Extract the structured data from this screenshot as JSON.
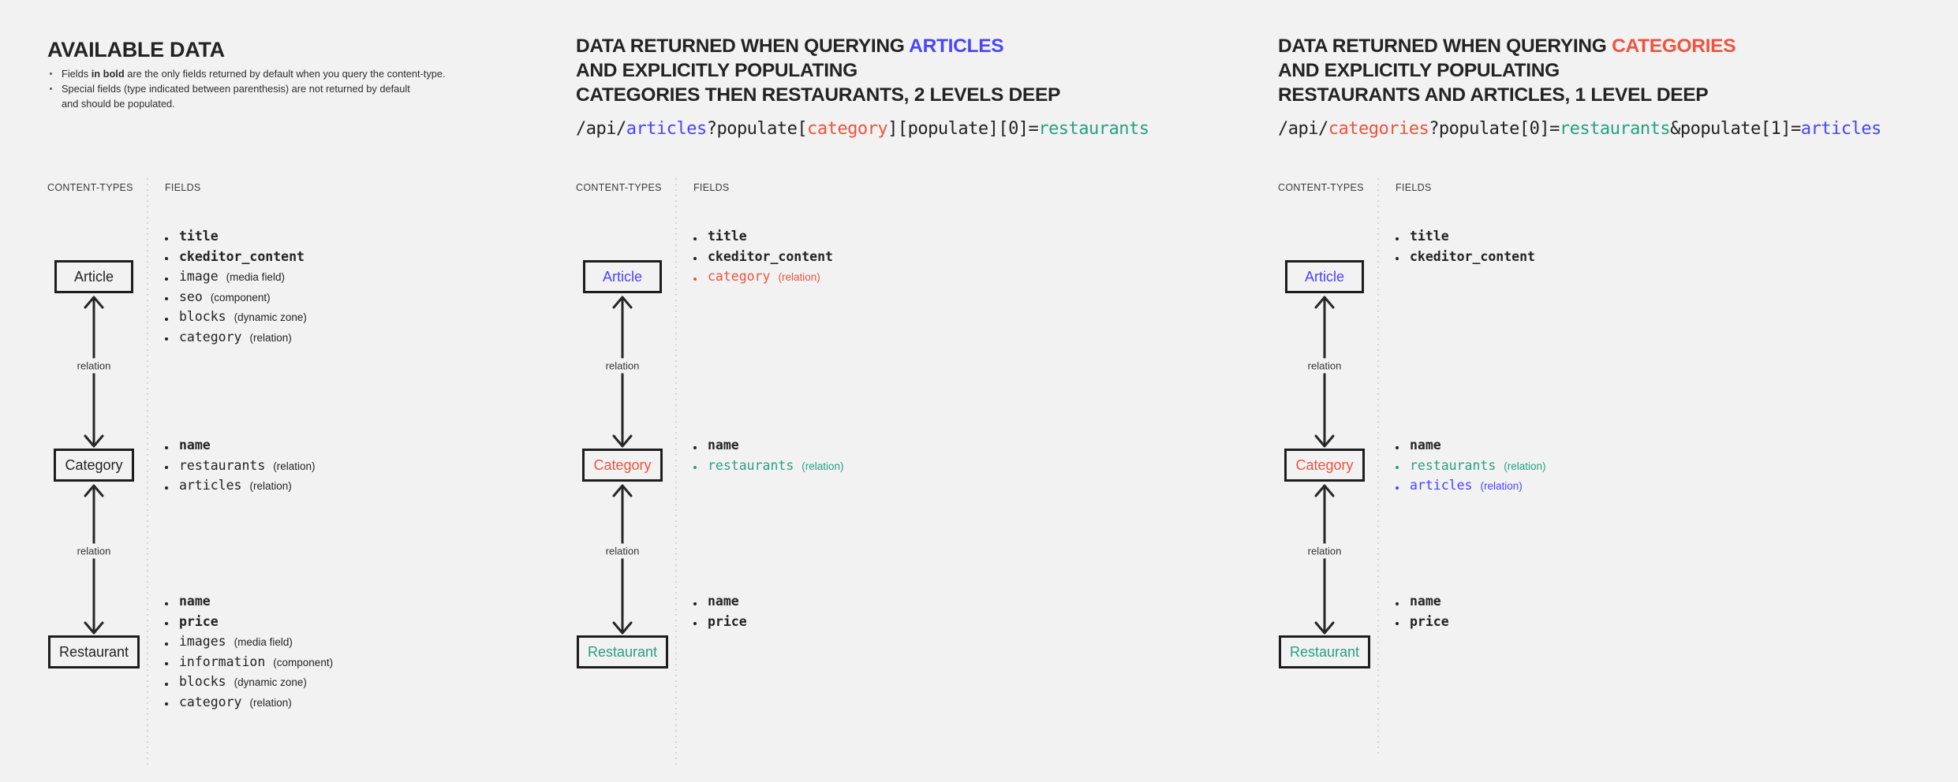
{
  "palette": {
    "dark": "#232323",
    "blue": "#4945ff",
    "red": "#ee5340",
    "teal": "#27a17c"
  },
  "column_headers": {
    "content_types": "CONTENT-TYPES",
    "fields": "FIELDS"
  },
  "relation_label": "relation",
  "panels": [
    {
      "name": "available-data",
      "title_lines": [
        [
          {
            "text": "AVAILABLE DATA",
            "color": "dark"
          }
        ]
      ],
      "notes": [
        [
          {
            "text": "Fields "
          },
          {
            "text": "in bold",
            "bold": true
          },
          {
            "text": " are the only fields returned by default when you query the content-type."
          }
        ],
        [
          {
            "text": "Special fields (type indicated between parenthesis) are not returned by default\nand should be populated."
          }
        ]
      ],
      "api_segments": [],
      "content_types": [
        {
          "label": "Article",
          "color": "dark",
          "fields": [
            {
              "name": "title",
              "bold": true,
              "color": "dark"
            },
            {
              "name": "ckeditor_content",
              "bold": true,
              "color": "dark"
            },
            {
              "name": "image",
              "type": "(media field)",
              "color": "dark"
            },
            {
              "name": "seo",
              "type": "(component)",
              "color": "dark"
            },
            {
              "name": "blocks",
              "type": "(dynamic zone)",
              "color": "dark"
            },
            {
              "name": "category",
              "type": "(relation)",
              "color": "dark"
            }
          ]
        },
        {
          "label": "Category",
          "color": "dark",
          "fields": [
            {
              "name": "name",
              "bold": true,
              "color": "dark"
            },
            {
              "name": "restaurants",
              "type": "(relation)",
              "color": "dark"
            },
            {
              "name": "articles",
              "type": "(relation)",
              "color": "dark"
            }
          ]
        },
        {
          "label": "Restaurant",
          "color": "dark",
          "fields": [
            {
              "name": "name",
              "bold": true,
              "color": "dark"
            },
            {
              "name": "price",
              "bold": true,
              "color": "dark"
            },
            {
              "name": "images",
              "type": "(media field)",
              "color": "dark"
            },
            {
              "name": "information",
              "type": "(component)",
              "color": "dark"
            },
            {
              "name": "blocks",
              "type": "(dynamic zone)",
              "color": "dark"
            },
            {
              "name": "category",
              "type": "(relation)",
              "color": "dark"
            }
          ]
        }
      ]
    },
    {
      "name": "query-articles",
      "title_lines": [
        [
          {
            "text": "DATA RETURNED WHEN QUERYING ",
            "color": "dark"
          },
          {
            "text": "ARTICLES",
            "color": "blue"
          }
        ],
        [
          {
            "text": "AND EXPLICITLY POPULATING",
            "color": "dark"
          }
        ],
        [
          {
            "text": "CATEGORIES THEN RESTAURANTS, 2 LEVELS DEEP",
            "color": "dark"
          }
        ]
      ],
      "notes": [],
      "api_segments": [
        {
          "text": "/api/",
          "color": "dark"
        },
        {
          "text": "articles",
          "color": "blue"
        },
        {
          "text": "?populate[",
          "color": "dark"
        },
        {
          "text": "category",
          "color": "red"
        },
        {
          "text": "][populate][0]=",
          "color": "dark"
        },
        {
          "text": "restaurants",
          "color": "teal"
        }
      ],
      "content_types": [
        {
          "label": "Article",
          "color": "blue",
          "fields": [
            {
              "name": "title",
              "bold": true,
              "color": "dark"
            },
            {
              "name": "ckeditor_content",
              "bold": true,
              "color": "dark"
            },
            {
              "name": "category",
              "type": "(relation)",
              "color": "red"
            }
          ]
        },
        {
          "label": "Category",
          "color": "red",
          "fields": [
            {
              "name": "name",
              "bold": true,
              "color": "dark"
            },
            {
              "name": "restaurants",
              "type": "(relation)",
              "color": "teal"
            }
          ]
        },
        {
          "label": "Restaurant",
          "color": "teal",
          "fields": [
            {
              "name": "name",
              "bold": true,
              "color": "dark"
            },
            {
              "name": "price",
              "bold": true,
              "color": "dark"
            }
          ]
        }
      ]
    },
    {
      "name": "query-categories",
      "title_lines": [
        [
          {
            "text": "DATA RETURNED WHEN QUERYING ",
            "color": "dark"
          },
          {
            "text": "CATEGORIES",
            "color": "red"
          }
        ],
        [
          {
            "text": "AND EXPLICITLY POPULATING",
            "color": "dark"
          }
        ],
        [
          {
            "text": "RESTAURANTS AND ARTICLES, 1 LEVEL DEEP",
            "color": "dark"
          }
        ]
      ],
      "notes": [],
      "api_segments": [
        {
          "text": "/api/",
          "color": "dark"
        },
        {
          "text": "categories",
          "color": "red"
        },
        {
          "text": "?populate[0]=",
          "color": "dark"
        },
        {
          "text": "restaurants",
          "color": "teal"
        },
        {
          "text": "&populate[1]=",
          "color": "dark"
        },
        {
          "text": "articles",
          "color": "blue"
        }
      ],
      "content_types": [
        {
          "label": "Article",
          "color": "blue",
          "fields": [
            {
              "name": "title",
              "bold": true,
              "color": "dark"
            },
            {
              "name": "ckeditor_content",
              "bold": true,
              "color": "dark"
            }
          ]
        },
        {
          "label": "Category",
          "color": "red",
          "fields": [
            {
              "name": "name",
              "bold": true,
              "color": "dark"
            },
            {
              "name": "restaurants",
              "type": "(relation)",
              "color": "teal"
            },
            {
              "name": "articles",
              "type": "(relation)",
              "color": "blue"
            }
          ]
        },
        {
          "label": "Restaurant",
          "color": "teal",
          "fields": [
            {
              "name": "name",
              "bold": true,
              "color": "dark"
            },
            {
              "name": "price",
              "bold": true,
              "color": "dark"
            }
          ]
        }
      ]
    }
  ]
}
